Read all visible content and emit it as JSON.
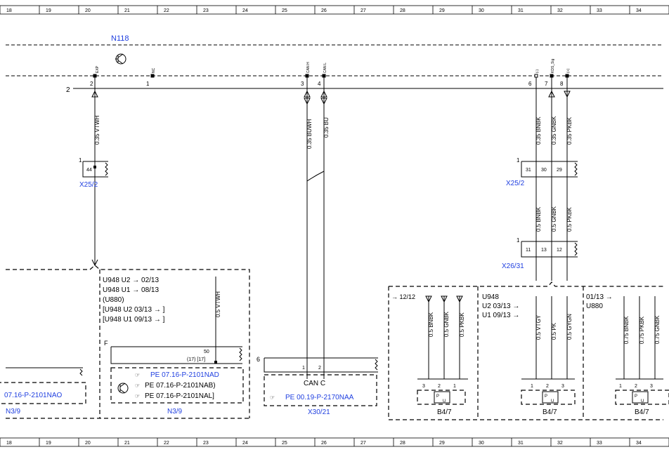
{
  "ruler": [
    "18",
    "19",
    "20",
    "21",
    "22",
    "23",
    "24",
    "25",
    "26",
    "27",
    "28",
    "29",
    "30",
    "31",
    "32",
    "33",
    "34"
  ],
  "labels": {
    "n118": "N118",
    "pin_exp": "EXP",
    "pin_nc": "NC",
    "pin_canh": "CAN H",
    "pin_canl": "CAN L",
    "pin_m": "(-)",
    "pin_sig": "KDS_Sig",
    "pin_p": "(+)",
    "conn_row": "2",
    "pins_top": [
      "2",
      "1",
      "3",
      "4",
      "6",
      "7",
      "8"
    ],
    "wire_vtwh": "0.35 VTWH",
    "wire_buwh": "0.35 BUWH",
    "wire_bu": "0.35 BU",
    "wire_bnbk": "0.35 BNBK",
    "wire_gnbk": "0.35 GNBK",
    "wire_pkbk": "0.35 PKBK",
    "x25_left_one": "1",
    "x25_left_pin": "44",
    "x25_left_name": "X25/2",
    "x25_right_one": "1",
    "x25_right_pins": [
      "31",
      "30",
      "29"
    ],
    "x25_right_name": "X25/2",
    "w05_bnbk": "0.5 BNBK",
    "w05_gnbk": "0.5 GNBK",
    "w05_pkbk": "0.5 PKBK",
    "x26_one": "1",
    "x26_pins": [
      "11",
      "13",
      "12"
    ],
    "x26_name": "X26/31",
    "variant_lines": [
      "U948  U2 → 02/13",
      "U948  U1 → 08/13",
      "(U880)",
      "[U948  U2  03/13 → ]",
      "[U948  U1  09/13 → ]"
    ],
    "vtwh_vertical": "0.5 VTWH",
    "f_label": "F",
    "pin50": "50",
    "pin17": "(17)  [17]",
    "ref_nad": "PE 07.16-P-2101NAD",
    "ref_nab": "PE 07.16-P-2101NAB)",
    "ref_nal": "PE 07.16-P-2101NAL]",
    "n39_name": "N3/9",
    "left_ref": "07.16-P-2101NAO",
    "left_name": "N3/9",
    "six": "6",
    "canc": "CAN C",
    "canc_pins": [
      "1",
      "2"
    ],
    "ref_naa": "PE 00.19-P-2170NAA",
    "x3021": "X30/21",
    "b47_a_date": "→ 12/12",
    "b47_a_wires": [
      "0.5 BNBK",
      "0.5 GNBK",
      "0.5 PKBK"
    ],
    "b47_a_pins": [
      "3",
      "2",
      "1"
    ],
    "b47_b_lines": [
      "U948",
      "U2  03/13 →",
      "U1  09/13 →"
    ],
    "b47_b_wires": [
      "0.5 VTGY",
      "0.5 PK",
      "0.5 GYGN"
    ],
    "b47_b_pins": [
      "1",
      "2",
      "3"
    ],
    "b47_c_lines": [
      "01/13 →",
      "U880"
    ],
    "b47_c_wires": [
      "0.75 BNBK",
      "0.75 PKBK",
      "0.75 GNBK"
    ],
    "b47_c_pins": [
      "1",
      "2",
      "3"
    ],
    "b47_name": "B4/7",
    "pu_p": "P",
    "pu_u": "U"
  },
  "colors": {
    "blue_text": "#1f3fe0",
    "line": "#000000"
  }
}
